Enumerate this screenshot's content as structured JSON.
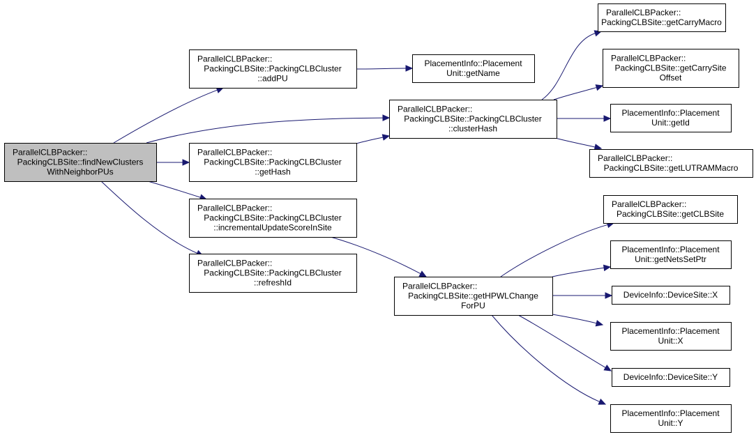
{
  "graph": {
    "colors": {
      "edge": "#191970",
      "root_fill": "#bfbfbf",
      "node_fill": "#ffffff",
      "node_border": "#000000"
    },
    "nodes": [
      {
        "id": "root",
        "lines": [
          "ParallelCLBPacker::",
          "PackingCLBSite::findNewClusters",
          "WithNeighborPUs"
        ],
        "highlighted": true
      },
      {
        "id": "addPU",
        "lines": [
          "ParallelCLBPacker::",
          "PackingCLBSite::PackingCLBCluster",
          "::addPU"
        ]
      },
      {
        "id": "getHash",
        "lines": [
          "ParallelCLBPacker::",
          "PackingCLBSite::PackingCLBCluster",
          "::getHash"
        ]
      },
      {
        "id": "incUpdate",
        "lines": [
          "ParallelCLBPacker::",
          "PackingCLBSite::PackingCLBCluster",
          "::incrementalUpdateScoreInSite"
        ]
      },
      {
        "id": "refreshId",
        "lines": [
          "ParallelCLBPacker::",
          "PackingCLBSite::PackingCLBCluster",
          "::refreshId"
        ]
      },
      {
        "id": "getName",
        "lines": [
          "PlacementInfo::Placement",
          "Unit::getName"
        ]
      },
      {
        "id": "clusterHash",
        "lines": [
          "ParallelCLBPacker::",
          "PackingCLBSite::PackingCLBCluster",
          "::clusterHash"
        ]
      },
      {
        "id": "getHPWL",
        "lines": [
          "ParallelCLBPacker::",
          "PackingCLBSite::getHPWLChange",
          "ForPU"
        ]
      },
      {
        "id": "getCarryMacro",
        "lines": [
          "ParallelCLBPacker::",
          "PackingCLBSite::getCarryMacro"
        ]
      },
      {
        "id": "getCarrySiteOffset",
        "lines": [
          "ParallelCLBPacker::",
          "PackingCLBSite::getCarrySite",
          "Offset"
        ]
      },
      {
        "id": "getId",
        "lines": [
          "PlacementInfo::Placement",
          "Unit::getId"
        ]
      },
      {
        "id": "getLUTRAMMacro",
        "lines": [
          "ParallelCLBPacker::",
          "PackingCLBSite::getLUTRAMMacro"
        ]
      },
      {
        "id": "getCLBSite",
        "lines": [
          "ParallelCLBPacker::",
          "PackingCLBSite::getCLBSite"
        ]
      },
      {
        "id": "getNetsSetPtr",
        "lines": [
          "PlacementInfo::Placement",
          "Unit::getNetsSetPtr"
        ]
      },
      {
        "id": "devX",
        "lines": [
          "DeviceInfo::DeviceSite::X"
        ]
      },
      {
        "id": "puX",
        "lines": [
          "PlacementInfo::Placement",
          "Unit::X"
        ]
      },
      {
        "id": "devY",
        "lines": [
          "DeviceInfo::DeviceSite::Y"
        ]
      },
      {
        "id": "puY",
        "lines": [
          "PlacementInfo::Placement",
          "Unit::Y"
        ]
      }
    ],
    "edges": [
      {
        "from": "root",
        "to": "addPU"
      },
      {
        "from": "root",
        "to": "clusterHash"
      },
      {
        "from": "root",
        "to": "getHash"
      },
      {
        "from": "root",
        "to": "incUpdate"
      },
      {
        "from": "root",
        "to": "refreshId"
      },
      {
        "from": "addPU",
        "to": "getName"
      },
      {
        "from": "getHash",
        "to": "clusterHash"
      },
      {
        "from": "incUpdate",
        "to": "getHPWL"
      },
      {
        "from": "clusterHash",
        "to": "getCarryMacro"
      },
      {
        "from": "clusterHash",
        "to": "getCarrySiteOffset"
      },
      {
        "from": "clusterHash",
        "to": "getId"
      },
      {
        "from": "clusterHash",
        "to": "getLUTRAMMacro"
      },
      {
        "from": "getHPWL",
        "to": "getCLBSite"
      },
      {
        "from": "getHPWL",
        "to": "getNetsSetPtr"
      },
      {
        "from": "getHPWL",
        "to": "devX"
      },
      {
        "from": "getHPWL",
        "to": "puX"
      },
      {
        "from": "getHPWL",
        "to": "devY"
      },
      {
        "from": "getHPWL",
        "to": "puY"
      }
    ]
  }
}
